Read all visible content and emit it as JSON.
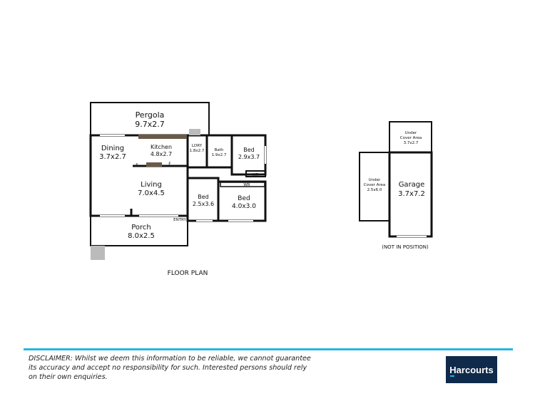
{
  "plan_title": "FLOOR PLAN",
  "rooms": {
    "pergola": {
      "name": "Pergola",
      "size": "9.7x2.7"
    },
    "dining": {
      "name": "Dining",
      "size": "3.7x2.7"
    },
    "kitchen": {
      "name": "Kitchen",
      "size": "4.8x2.7"
    },
    "laundry": {
      "name": "LDRY",
      "size": "1.8x2.7"
    },
    "bath": {
      "name": "Bath",
      "size": "1.9x2.7"
    },
    "bed1": {
      "name": "Bed",
      "size": "2.9x3.7"
    },
    "living": {
      "name": "Living",
      "size": "7.0x4.5"
    },
    "bed2": {
      "name": "Bed",
      "size": "2.5x3.6"
    },
    "bed3": {
      "name": "Bed",
      "size": "4.0x3.0"
    },
    "porch": {
      "name": "Porch",
      "size": "8.0x2.5"
    },
    "wr1": "WR",
    "wr2": "WR",
    "entry": "ENTRY",
    "fridge": "F",
    "storage": "S",
    "undercover_top": {
      "line1": "Under",
      "line2": "Cover Area",
      "size": "3.7x2.7"
    },
    "undercover_side": {
      "line1": "Under",
      "line2": "Cover Area",
      "size": "2.5x6.0"
    },
    "garage": {
      "name": "Garage",
      "size": "3.7x7.2"
    }
  },
  "garage_note": "(NOT IN POSITION)",
  "footer": {
    "disclaimer": "DISCLAIMER: Whilst we deem this information to be reliable, we cannot guarantee its accuracy and accept no responsibility for such. Interested persons should rely on their own enquiries.",
    "logo": "Harcourts",
    "rule_color": "#29b5dd",
    "logo_bg": "#0f2a4a"
  }
}
